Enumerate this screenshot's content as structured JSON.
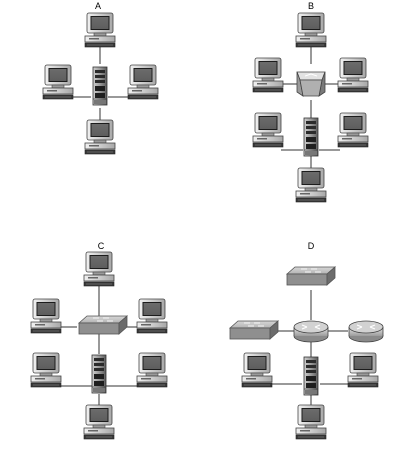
{
  "diagram": {
    "panels": [
      {
        "label": "A"
      },
      {
        "label": "B"
      },
      {
        "label": "C"
      },
      {
        "label": "D"
      }
    ]
  }
}
